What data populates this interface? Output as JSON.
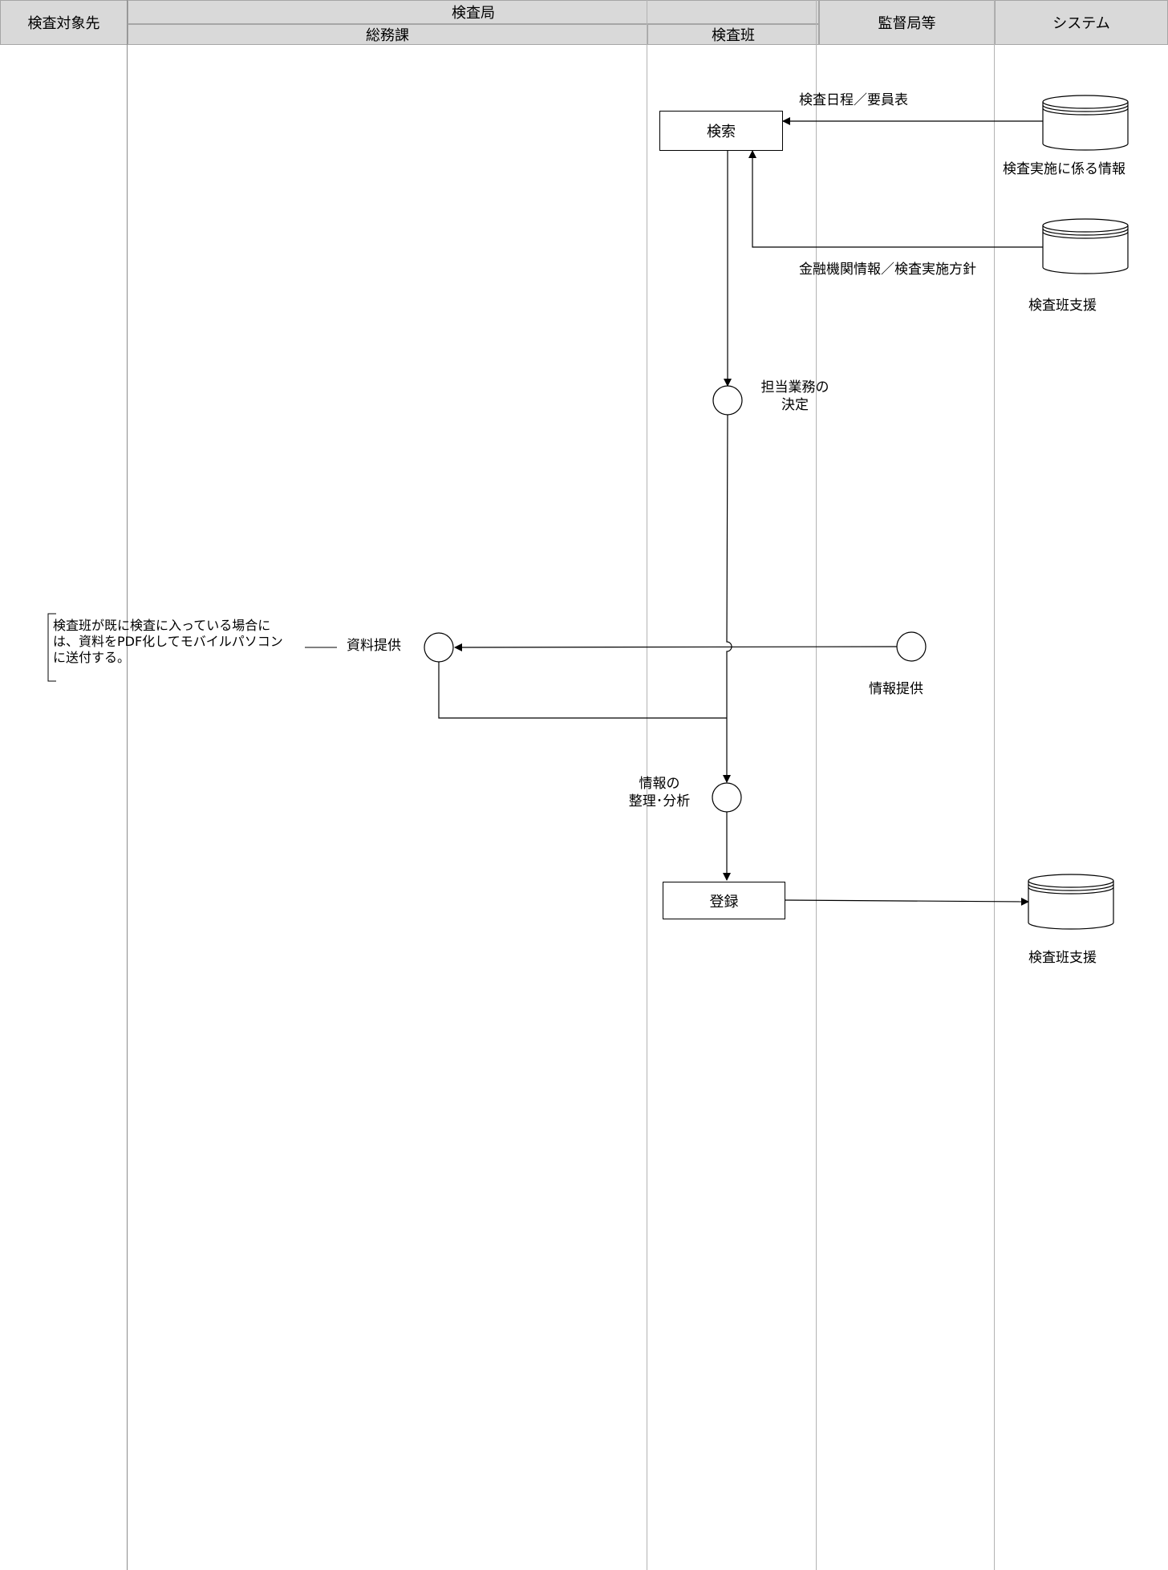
{
  "header": {
    "lane_target": "検査対象先",
    "group_inspection": "検査局",
    "lane_general_affairs": "総務課",
    "lane_inspection_team": "検査班",
    "lane_supervision": "監督局等",
    "lane_system": "システム"
  },
  "nodes": {
    "search": "検索",
    "register": "登録",
    "db_inspection_info": "検査実施に係る情報",
    "db_team_support_top": "検査班支援",
    "db_team_support_bottom": "検査班支援",
    "decide_duty_line1": "担当業務の",
    "decide_duty_line2": "決定",
    "info_org_line1": "情報の",
    "info_org_line2": "整理･分析",
    "provide_docs": "資料提供",
    "provide_info": "情報提供"
  },
  "edges": {
    "schedule_label": "検査日程／要員表",
    "institution_label": "金融機関情報／検査実施方針"
  },
  "note": {
    "line1": "検査班が既に検査に入っている場合に",
    "line2": "は、資料をPDF化してモバイルパソコン",
    "line3": "に送付する。"
  }
}
